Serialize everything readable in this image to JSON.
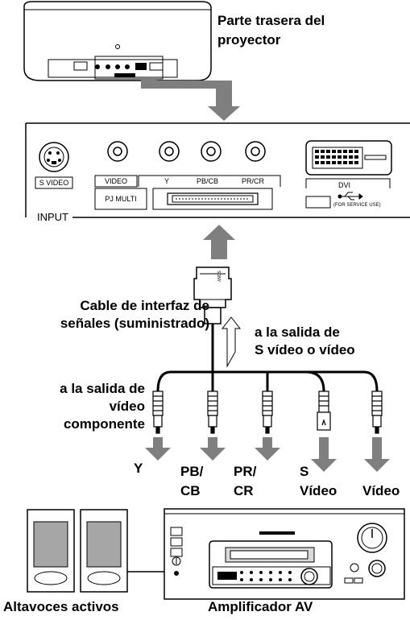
{
  "projector_rear_label_line1": "Parte trasera del",
  "projector_rear_label_line2": "proyector",
  "panel": {
    "svideo_label": "S VIDEO",
    "video_label": "VIDEO",
    "y_label": "Y",
    "pb_label": "PB/CB",
    "pr_label": "PR/CR",
    "pj_multi_label": "PJ MULTI",
    "dvi_label": "DVI",
    "service_label": "(FOR SERVICE USE)",
    "input_label": "INPUT"
  },
  "connector_brand": "SONY",
  "cable_label_line1": "Cable de interfaz de",
  "cable_label_line2": "señales (suministrado)",
  "svideo_out_line1": "a la salida de",
  "svideo_out_line2": "S vídeo o vídeo",
  "component_out_line1": "a la salida de",
  "component_out_line2": "vídeo",
  "component_out_line3": "componente",
  "plug_labels": {
    "y": "Y",
    "pb_line1": "PB/",
    "pb_line2": "CB",
    "pr_line1": "PR/",
    "pr_line2": "CR",
    "s_line1": "S",
    "s_line2": "Vídeo",
    "video": "Vídeo"
  },
  "speakers_label": "Altavoces activos",
  "amplifier_label": "Amplificador AV",
  "colors": {
    "arrow": "#7f7f7f",
    "line": "#000000",
    "fill_light": "#ffffff",
    "panel_gray": "#d9d9d9"
  }
}
